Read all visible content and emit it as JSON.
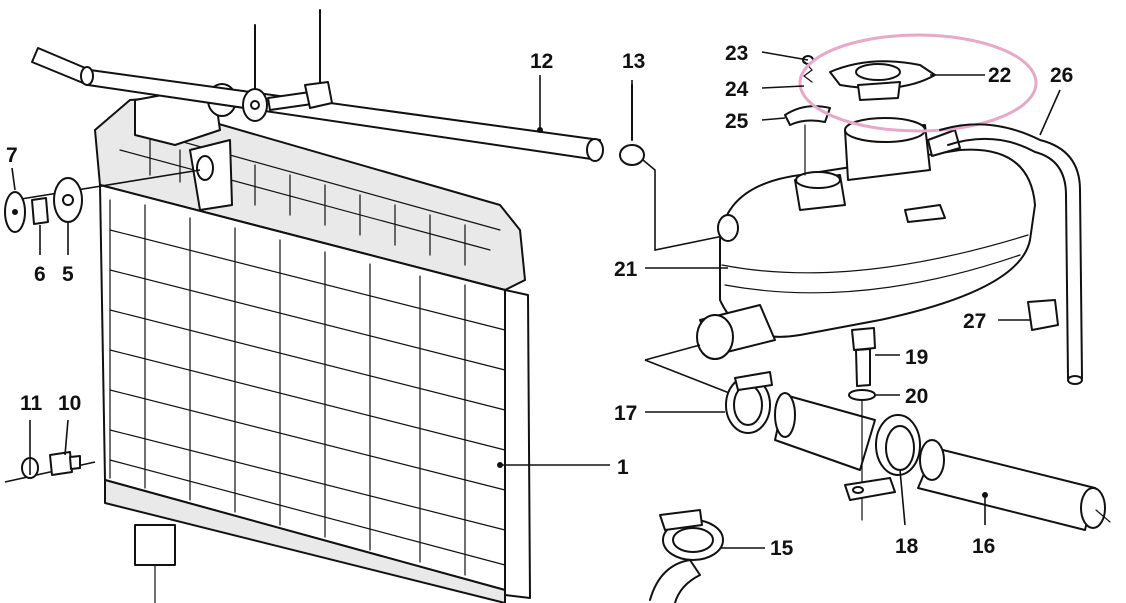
{
  "callouts": [
    {
      "id": "1",
      "text": "1"
    },
    {
      "id": "5",
      "text": "5"
    },
    {
      "id": "6",
      "text": "6"
    },
    {
      "id": "7",
      "text": "7"
    },
    {
      "id": "10",
      "text": "10"
    },
    {
      "id": "11",
      "text": "11"
    },
    {
      "id": "12",
      "text": "12"
    },
    {
      "id": "13",
      "text": "13"
    },
    {
      "id": "15",
      "text": "15"
    },
    {
      "id": "16",
      "text": "16"
    },
    {
      "id": "17",
      "text": "17"
    },
    {
      "id": "18",
      "text": "18"
    },
    {
      "id": "19",
      "text": "19"
    },
    {
      "id": "20",
      "text": "20"
    },
    {
      "id": "21",
      "text": "21"
    },
    {
      "id": "22",
      "text": "22"
    },
    {
      "id": "23",
      "text": "23"
    },
    {
      "id": "24",
      "text": "24"
    },
    {
      "id": "25",
      "text": "25"
    },
    {
      "id": "26",
      "text": "26"
    },
    {
      "id": "27",
      "text": "27"
    }
  ],
  "highlighted_part": "22",
  "colors": {
    "line": "#111111",
    "highlight": "#e8a8c8",
    "background": "#ffffff"
  }
}
